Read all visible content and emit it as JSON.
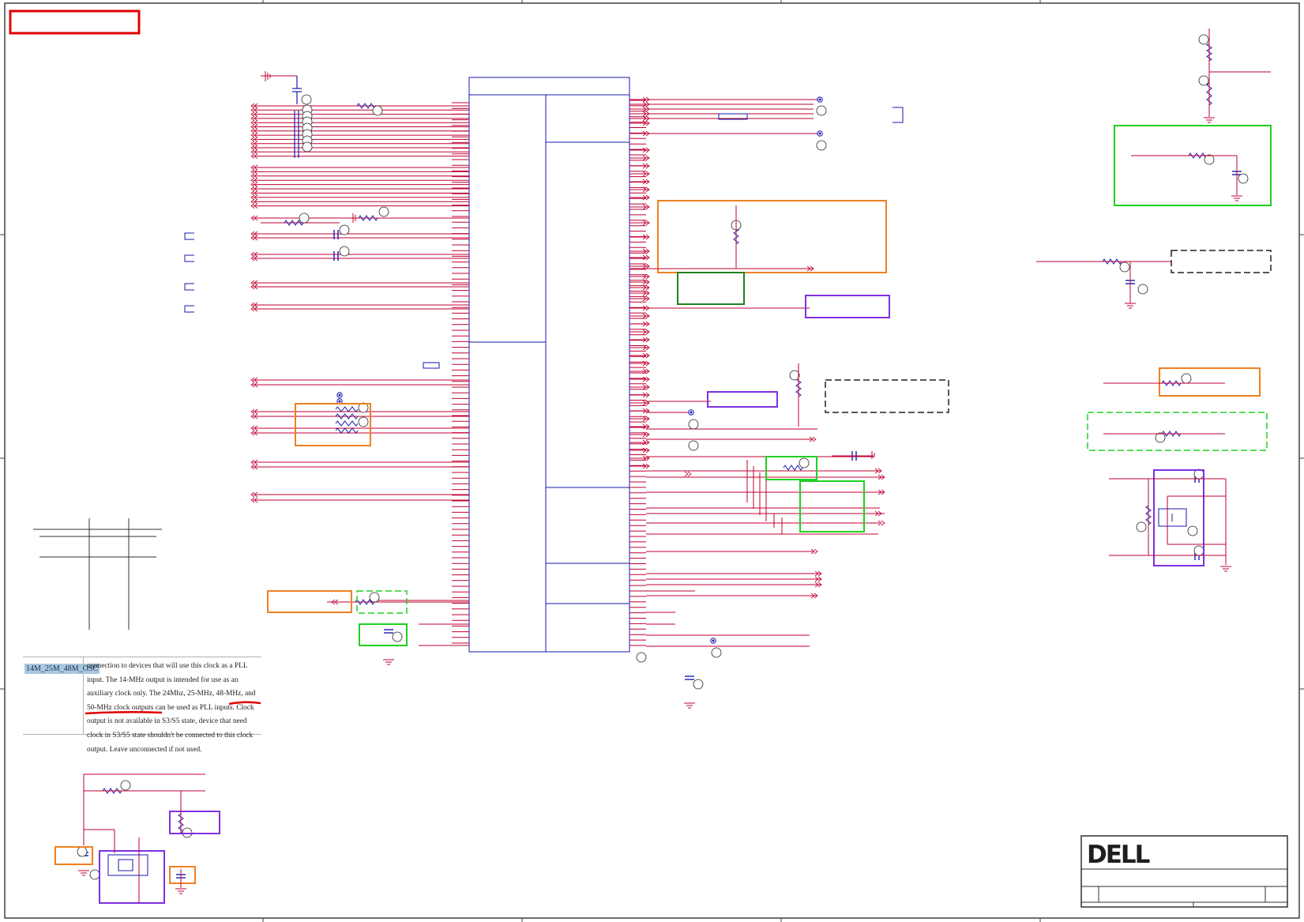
{
  "note": {
    "signal_name": "14M_25M_48M_OSC",
    "description": "connection to devices that will use this clock as a PLL input. The 14-MHz output is intended for use as an auxiliary clock only. The 24Mhz, 25-MHz, 48-MHz, and 50-MHz clock outputs can be used as PLL inputs. Clock output is not available in S3/S5 state, device that need clock in S3/S5 state shouldn't be connected to this clock output. Leave unconnected if not used."
  },
  "title_block": {
    "logo_text": "DELL"
  },
  "colors": {
    "wire": "#c00030",
    "component": "#1a1ab0",
    "frame": "#404040",
    "highlight_red": "#e00000",
    "highlight_orange": "#f08020",
    "highlight_green": "#20d020",
    "highlight_purple": "#8030e0",
    "dark_green": "#208020",
    "dashed_black": "#202020"
  }
}
